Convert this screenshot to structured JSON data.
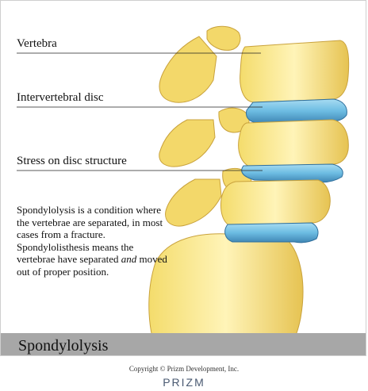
{
  "labels": {
    "vertebra": "Vertebra",
    "disc": "Intervertebral disc",
    "stress": "Stress on disc structure"
  },
  "description": {
    "lead": "Spondylolysis is a condition where the vertebrae are separated, in most cases from a fracture. Spondylolisthesis means the vertebrae have separated ",
    "emphasis": "and",
    "tail": " moved out of proper position."
  },
  "title": "Spondylolysis",
  "copyright": "Copyright © Prizm Development, Inc.",
  "logo": "PRIZM",
  "colors": {
    "bone": "#f6e27a",
    "bone_shadow": "#d9b54a",
    "bone_highlight": "#fff6c2",
    "disc": "#7dc4e4",
    "disc_shadow": "#3f86b4",
    "banner": "#a7a7a7"
  }
}
